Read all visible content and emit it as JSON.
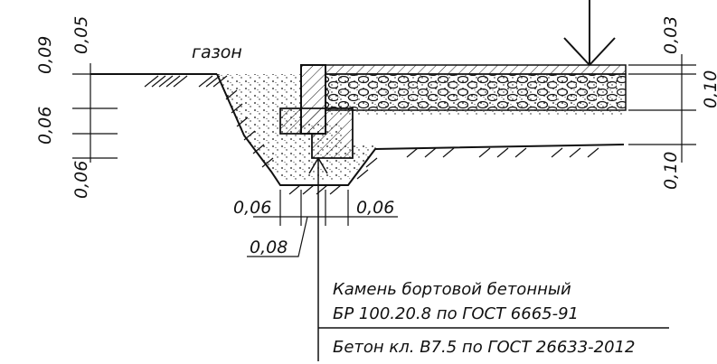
{
  "labels": {
    "lawn": "газон",
    "dim_left": [
      "0,09",
      "0,05",
      "0,06",
      "0,06"
    ],
    "dim_right": [
      "0,03",
      "0,10",
      "0,10"
    ],
    "dim_bottom": [
      "0,06",
      "0,06",
      "0,08"
    ]
  },
  "note": {
    "line1": "Камень бортовой бетонный",
    "line2": "БР 100.20.8 по ГОСТ 6665-91",
    "line3": "Бетон кл. В7.5 по ГОСТ 26633-2012"
  },
  "icons": [
    "cross-section-arrow",
    "hatch-concrete",
    "hatch-sand",
    "hatch-gravel"
  ]
}
